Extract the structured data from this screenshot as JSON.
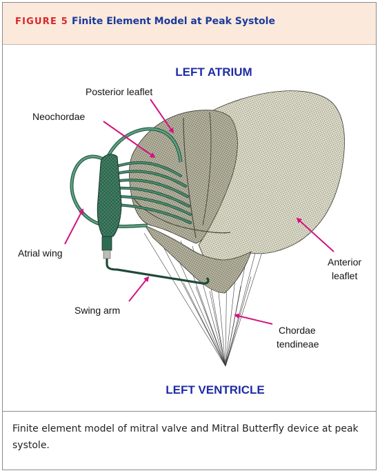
{
  "header": {
    "figure_label": "FIGURE 5",
    "title": "Finite Element Model at Peak Systole"
  },
  "diagram": {
    "top_label": "LEFT ATRIUM",
    "bottom_label": "LEFT VENTRICLE",
    "annotations": {
      "posterior_leaflet": "Posterior leaflet",
      "neochordae": "Neochordae",
      "atrial_wing": "Atrial wing",
      "swing_arm": "Swing arm",
      "anterior_line1": "Anterior",
      "anterior_line2": "leaflet",
      "chordae_line1": "Chordae",
      "chordae_line2": "tendineae"
    }
  },
  "caption": "Finite element model of mitral valve and Mitral Butterfly device at peak systole.",
  "colors": {
    "header_bg": "#fbe9dc",
    "figure_label": "#d8262c",
    "title": "#1a3a9c",
    "chamber_label": "#1f2ba6",
    "arrow": "#d4137f",
    "leaflet": "#e4e2cf",
    "device": "#3f7e63"
  }
}
